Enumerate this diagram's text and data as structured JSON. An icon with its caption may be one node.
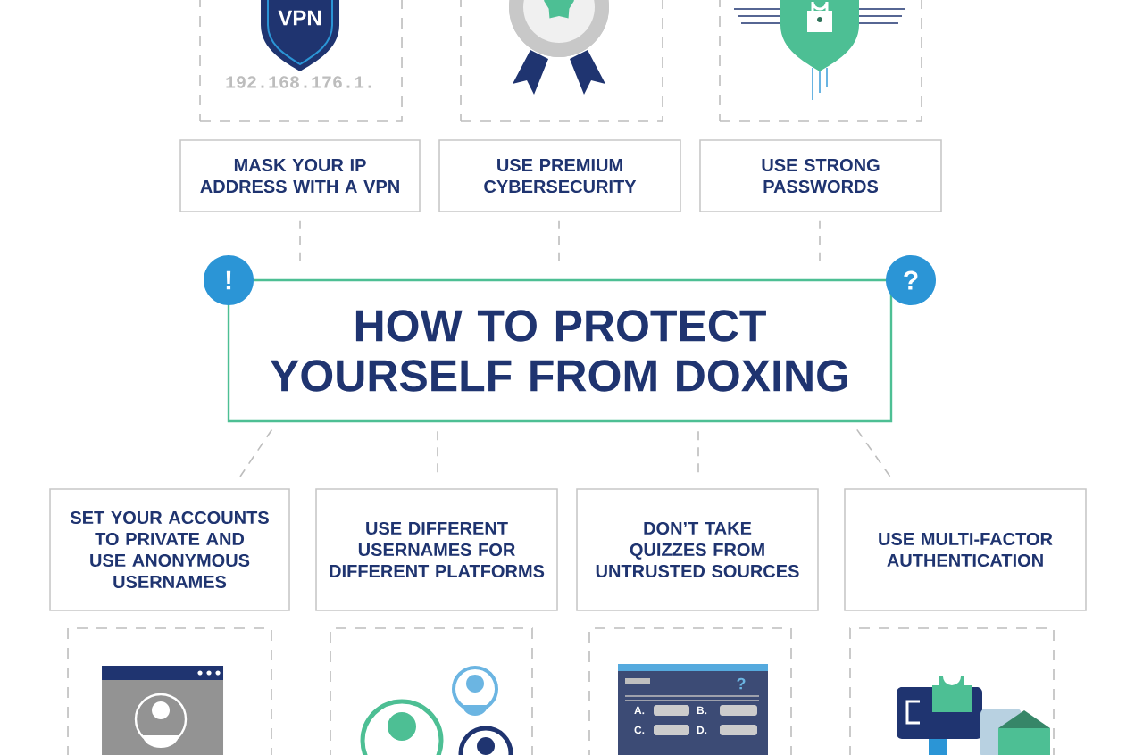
{
  "diagram": {
    "nodes": [
      {
        "text": [
          "HOW TO PROTECT YOURSELF FROM DOXING"
        ]
      },
      {
        "text": [
          "MASK YOUR IP ADDRESS WITH A VPN"
        ]
      },
      {
        "text": [
          "USE PREMIUM CYBERSECURITY"
        ]
      },
      {
        "text": [
          "USE STRONG PASSWORDS"
        ]
      },
      {
        "text": [
          "SET YOUR ACCOUNTS TO PRIVATE AND USE ANONYMOUS USERNAMES"
        ]
      },
      {
        "text": [
          "USE DIFFERENT USERNAMES FOR DIFFERENT PLATFORMS"
        ]
      },
      {
        "text": [
          "DON’T TAKE QUIZZES FROM UNTRUSTED SOURCES"
        ]
      },
      {
        "text": [
          "USE MULTI-FACTOR AUTHENTICATION"
        ]
      },
      {
        "text": [],
        "shape": "picture"
      },
      {
        "text": [],
        "shape": "picture"
      },
      {
        "text": [],
        "shape": "picture"
      },
      {
        "text": [],
        "shape": "picture"
      },
      {
        "text": [],
        "shape": "picture"
      },
      {
        "text": [],
        "shape": "picture"
      },
      {
        "text": [],
        "shape": "picture"
      }
    ],
    "edges": [
      {
        "from": 0,
        "to": 1,
        "arrow": "none",
        "style": "dashed"
      },
      {
        "from": 0,
        "to": 2,
        "arrow": "none",
        "style": "dashed"
      },
      {
        "from": 0,
        "to": 3,
        "arrow": "none",
        "style": "dashed"
      },
      {
        "from": 0,
        "to": 4,
        "arrow": "none",
        "style": "dashed"
      },
      {
        "from": 0,
        "to": 5,
        "arrow": "none",
        "style": "dashed"
      },
      {
        "from": 0,
        "to": 6,
        "arrow": "none",
        "style": "dashed"
      },
      {
        "from": 0,
        "to": 7,
        "arrow": "none",
        "style": "dashed"
      }
    ],
    "labels": [
      "VPN",
      "192.168.176.1.",
      "!",
      "?",
      "?",
      "A.",
      "B.",
      "C.",
      "D."
    ]
  }
}
